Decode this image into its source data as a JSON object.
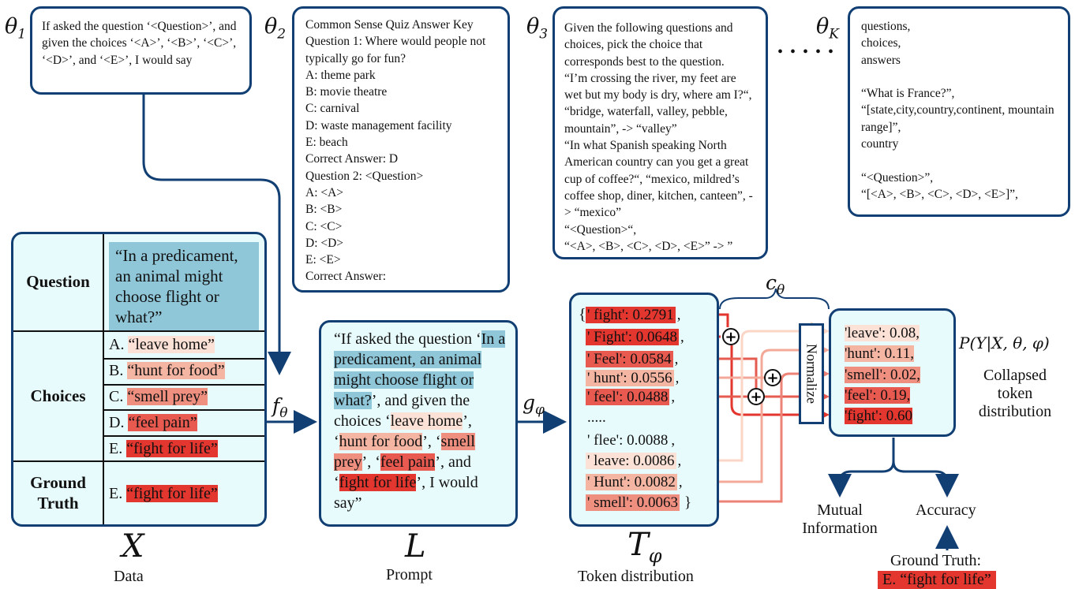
{
  "thetas": {
    "t1": "θ1",
    "t2": "θ2",
    "t3": "θ3",
    "tk": "θK"
  },
  "templates": {
    "t1": "If asked the question ‘<Question>’, and given the choices ‘<A>’, ‘<B>’, ‘<C>’, ‘<D>’, and ‘<E>’, I would say",
    "t2": "Common Sense Quiz Answer Key\nQuestion 1: Where would people not typically go for fun?\nA: theme park\nB: movie theatre\nC: carnival\nD: waste management facility\nE: beach\nCorrect Answer: D\nQuestion 2: <Question>\nA: <A>\nB: <B>\nC: <C>\nD: <D>\nE:  <E>\nCorrect Answer:",
    "t3": "Given the following questions and choices, pick the choice that corresponds best to the question.\n“I’m crossing the river, my feet are wet but my body is dry, where am I?“, “bridge, waterfall, valley, pebble, mountain”, -> “valley”\n“In what Spanish speaking North American country can you get a great cup of coffee?“, “mexico, mildred’s coffee shop, diner, kitchen, canteen”, -> “mexico”\n“<Question>“,\n“<A>, <B>, <C>, <D>, <E>” -> ”",
    "tk": "questions,\nchoices,\nanswers\n\n“What is France?”,\n“[state,city,country,continent, mountain range]”,\ncountry\n\n“<Question>”,\n“[<A>, <B>, <C>, <D>, <E>]”,"
  },
  "ellipsis": "• • • • •",
  "data_table": {
    "question_label": "Question",
    "question_text": "“In a predicament, an animal might choose flight or what?”",
    "choices_label": "Choices",
    "choices": [
      {
        "letter": "A.",
        "text": "“leave home”"
      },
      {
        "letter": "B.",
        "text": "“hunt for food”"
      },
      {
        "letter": "C.",
        "text": "“smell prey”"
      },
      {
        "letter": "D.",
        "text": "“feel pain”"
      },
      {
        "letter": "E.",
        "text": "“fight for life”"
      }
    ],
    "ground_truth_label": "Ground Truth",
    "ground_truth_letter": "E.",
    "ground_truth_text": "“fight for life”"
  },
  "prompt": {
    "p1": "“If asked the question ‘",
    "p2": "In a predicament, an animal might choose flight or what?",
    "p3": "’, and given the choices ‘",
    "c1": "leave home",
    "p4": "’, ‘",
    "c2": "hunt for food",
    "p5": "’, ‘",
    "c3": "smell prey",
    "p6": "’, ‘",
    "c4": "feel pain",
    "p7": "’, and ‘",
    "c5": "fight for life",
    "p8": "’, I would say”"
  },
  "tokens": {
    "open": "{",
    "close": "}",
    "items": [
      {
        "text": "' fight': 0.2791",
        "suffix": ","
      },
      {
        "text": "' Fight': 0.0648",
        "suffix": ","
      },
      {
        "text": "' Feel': 0.0584",
        "suffix": ","
      },
      {
        "text": "' hunt': 0.0556",
        "suffix": ","
      },
      {
        "text": "' feel': 0.0488",
        "suffix": ","
      },
      {
        "text": ".....",
        "suffix": ""
      },
      {
        "text": "' flee': 0.0088",
        "suffix": ","
      },
      {
        "text": "' leave: 0.0086",
        "suffix": ","
      },
      {
        "text": "' Hunt': 0.0082",
        "suffix": ","
      },
      {
        "text": "' smell': 0.0063",
        "suffix": ""
      }
    ]
  },
  "collapsed": {
    "items": [
      "'leave': 0.08,",
      "'hunt': 0.11,",
      "'smell': 0.02,",
      "'feel': 0.19,",
      "'fight': 0.60"
    ],
    "prob_label": "P(Y|X, θ, φ)",
    "caption": "Collapsed\ntoken\ndistribution"
  },
  "normalize": "Normalize",
  "c_theta": "cθ",
  "f_theta": "fθ",
  "g_phi": "gφ",
  "labels": {
    "X": "X",
    "X_caption": "Data",
    "L": "L",
    "L_caption": "Prompt",
    "T": "Tφ",
    "T_caption": "Token distribution"
  },
  "outputs": {
    "mutual_info": "Mutual\nInformation",
    "accuracy": "Accuracy",
    "ground_truth": "Ground Truth:",
    "ground_truth_value": "E. “fight for life”"
  },
  "colors": {
    "border": "#123f73",
    "panel": "#e8fbfc",
    "question_highlight": "#8fc6d8",
    "shade_leave": "#fbe1d6",
    "shade_hunt": "#f5b5a3",
    "shade_smell": "#ef8f80",
    "shade_feel": "#e8594f",
    "shade_fight": "#e3362f"
  }
}
